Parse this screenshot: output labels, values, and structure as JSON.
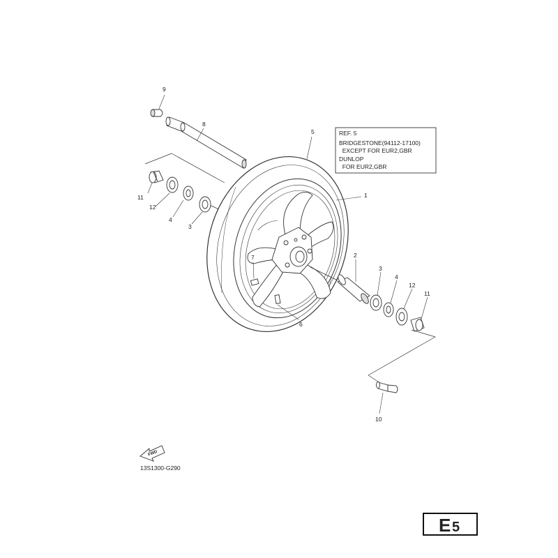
{
  "reference_box": {
    "lines": [
      "REF. 5",
      "BRIDGESTONE(94112-17100)",
      "  EXCEPT FOR EUR2,GBR",
      "DUNLOP",
      "  FOR EUR2,GBR"
    ]
  },
  "callouts": [
    {
      "id": "label-1",
      "text": "1"
    },
    {
      "id": "label-2",
      "text": "2"
    },
    {
      "id": "label-3-left",
      "text": "3"
    },
    {
      "id": "label-3-right",
      "text": "3"
    },
    {
      "id": "label-4-left",
      "text": "4"
    },
    {
      "id": "label-4-right",
      "text": "4"
    },
    {
      "id": "label-5",
      "text": "5"
    },
    {
      "id": "label-6",
      "text": "6"
    },
    {
      "id": "label-7",
      "text": "7"
    },
    {
      "id": "label-8",
      "text": "8"
    },
    {
      "id": "label-9",
      "text": "9"
    },
    {
      "id": "label-10",
      "text": "10"
    },
    {
      "id": "label-11-left",
      "text": "11"
    },
    {
      "id": "label-11-right",
      "text": "11"
    },
    {
      "id": "label-12-left",
      "text": "12"
    },
    {
      "id": "label-12-right",
      "text": "12"
    }
  ],
  "fwd_label": "FWD",
  "diagram_code": "13S1300-G290",
  "page_code": {
    "letter": "E",
    "number": "5"
  },
  "icons": {
    "fwd": "fwd-arrow-icon"
  }
}
